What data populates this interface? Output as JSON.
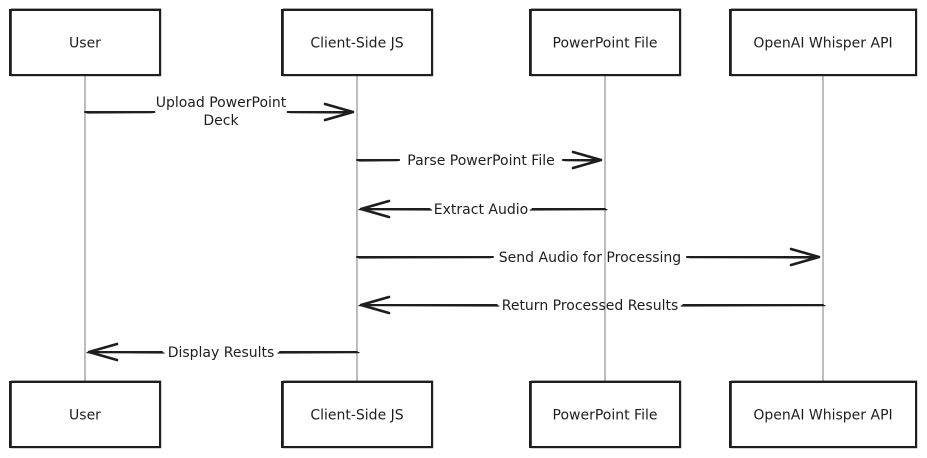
{
  "actors": [
    {
      "id": "user",
      "label": "User"
    },
    {
      "id": "client",
      "label": "Client-Side JS"
    },
    {
      "id": "ppt",
      "label": "PowerPoint File"
    },
    {
      "id": "whisper",
      "label": "OpenAI Whisper API"
    }
  ],
  "messages": [
    {
      "from": "user",
      "to": "client",
      "label_lines": [
        "Upload PowerPoint",
        "Deck"
      ]
    },
    {
      "from": "client",
      "to": "ppt",
      "label_lines": [
        "Parse PowerPoint File"
      ]
    },
    {
      "from": "ppt",
      "to": "client",
      "label_lines": [
        "Extract Audio"
      ]
    },
    {
      "from": "client",
      "to": "whisper",
      "label_lines": [
        "Send Audio for Processing"
      ]
    },
    {
      "from": "whisper",
      "to": "client",
      "label_lines": [
        "Return Processed Results"
      ]
    },
    {
      "from": "client",
      "to": "user",
      "label_lines": [
        "Display Results"
      ]
    }
  ]
}
